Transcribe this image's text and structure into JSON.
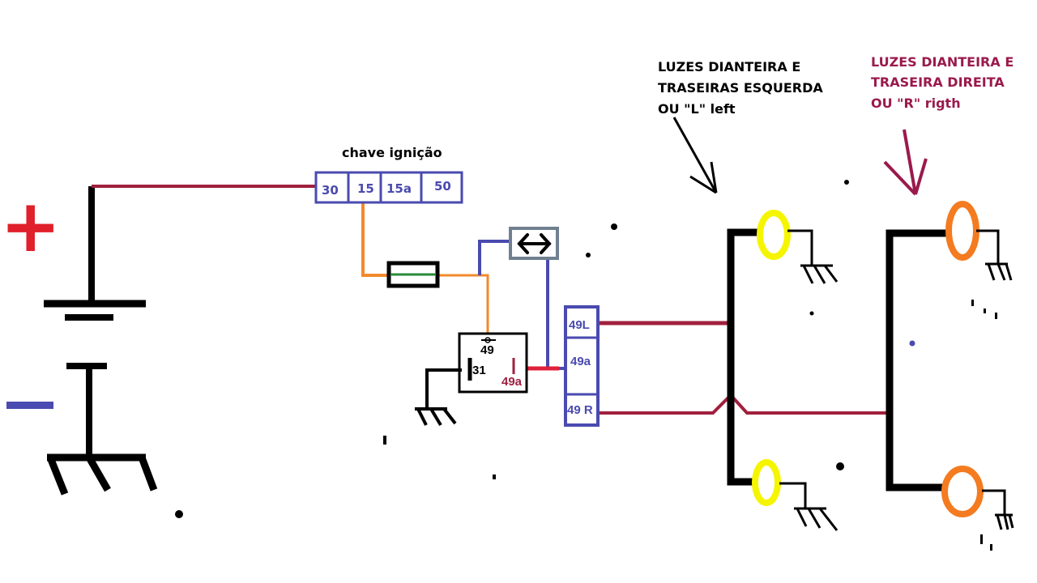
{
  "labels": {
    "ignition_title": "chave ignição",
    "left_lights": [
      "LUZES DIANTEIRA E",
      "TRASEIRAS ESQUERDA",
      "OU \"L\" left"
    ],
    "right_lights": [
      "LUZES DIANTEIRA E",
      "TRASEIRA DIREITA",
      "OU \"R\" rigth"
    ]
  },
  "battery": {
    "plus_symbol": "+",
    "minus_symbol": "–"
  },
  "ignition_terminals": [
    "30",
    "15",
    "15a",
    "50"
  ],
  "relay": {
    "pin_49": "49",
    "pin_31": "31",
    "pin_49a": "49a"
  },
  "switch_terminals": [
    "49L",
    "49a",
    "49 R"
  ],
  "colors": {
    "positive_wire": "#a0203e",
    "feed_wire": "#f28a2e",
    "signal_wire": "#4a4ab0",
    "ground_wire": "#000000",
    "left_lamp": "#f5f500",
    "right_lamp": "#f47b20",
    "plus": "#e0202a",
    "minus": "#4a4ab0",
    "right_label": "#9a1a4c"
  }
}
